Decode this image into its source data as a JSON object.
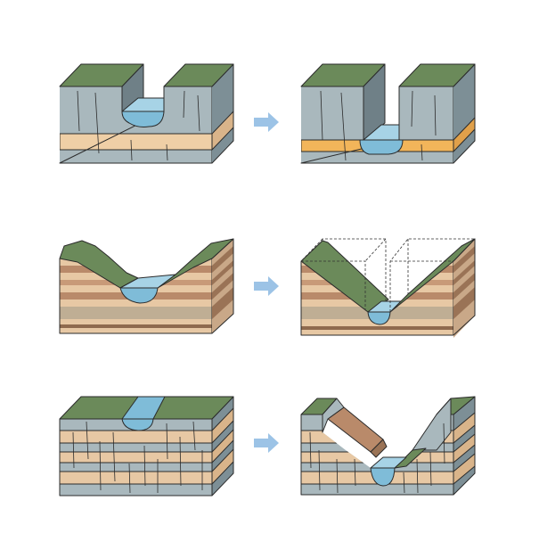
{
  "colors": {
    "background": "#ffffff",
    "grass": "#6b8a5a",
    "rock_grey": "#a9b8bd",
    "rock_side": "#7d8f96",
    "sand_light": "#efcfa6",
    "sand_orange": "#f2b55a",
    "water": "#7fbcd8",
    "water_top": "#a7d3e6",
    "brown": "#b98a6a",
    "tan": "#e7c8a4",
    "arrow": "#9cc3e6"
  },
  "panels": [
    {
      "row": 1,
      "stage": "before"
    },
    {
      "row": 1,
      "stage": "after"
    },
    {
      "row": 2,
      "stage": "before"
    },
    {
      "row": 2,
      "stage": "after"
    },
    {
      "row": 3,
      "stage": "before"
    },
    {
      "row": 3,
      "stage": "after"
    }
  ]
}
